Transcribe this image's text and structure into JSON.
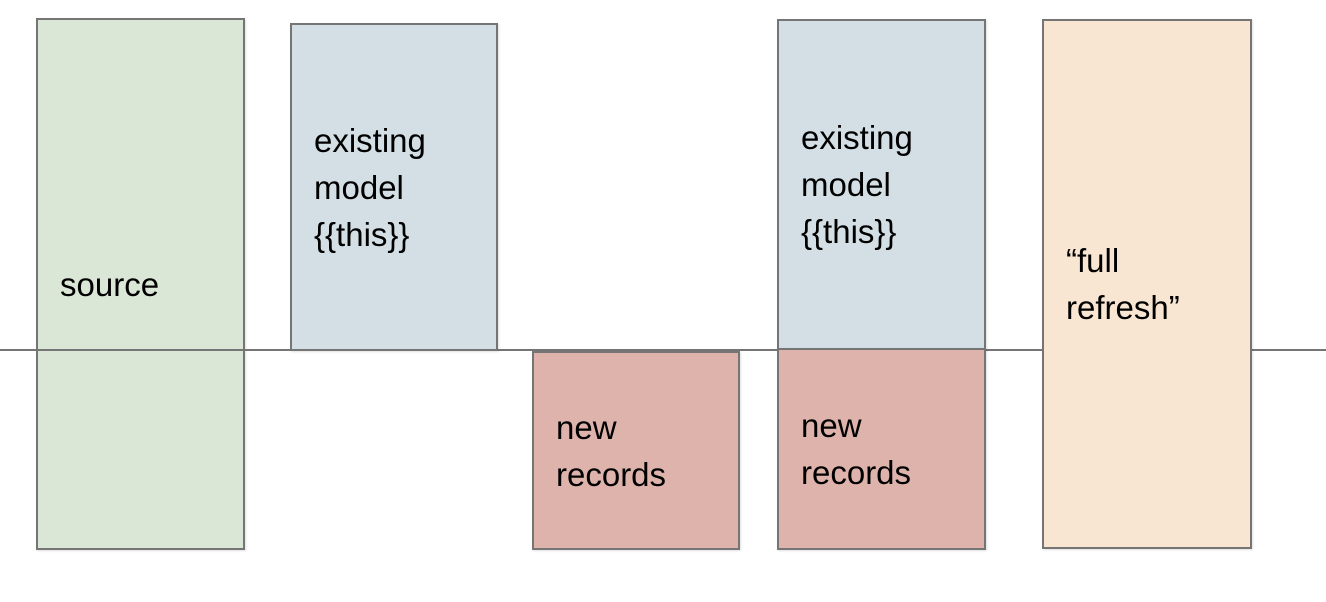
{
  "diagram": {
    "background": "#ffffff",
    "border_color": "#757575",
    "text_color": "#000000",
    "divider": {
      "color": "#757575"
    },
    "boxes": [
      {
        "id": "source",
        "lines": [
          "source"
        ],
        "fill": "#dbe7d6"
      },
      {
        "id": "existing-model-left",
        "lines": [
          "existing",
          "model",
          "{{this}}"
        ],
        "fill": "#d3dfe4"
      },
      {
        "id": "new-records-left",
        "lines": [
          "new",
          "records"
        ],
        "fill": "#deb3ab"
      },
      {
        "id": "existing-model-right",
        "lines": [
          "existing",
          "model",
          "{{this}}"
        ],
        "fill": "#d3dfe4"
      },
      {
        "id": "new-records-right",
        "lines": [
          "new",
          "records"
        ],
        "fill": "#deb3ab"
      },
      {
        "id": "full-refresh",
        "lines": [
          "“full",
          "refresh”"
        ],
        "fill": "#f8e6d2"
      }
    ]
  }
}
